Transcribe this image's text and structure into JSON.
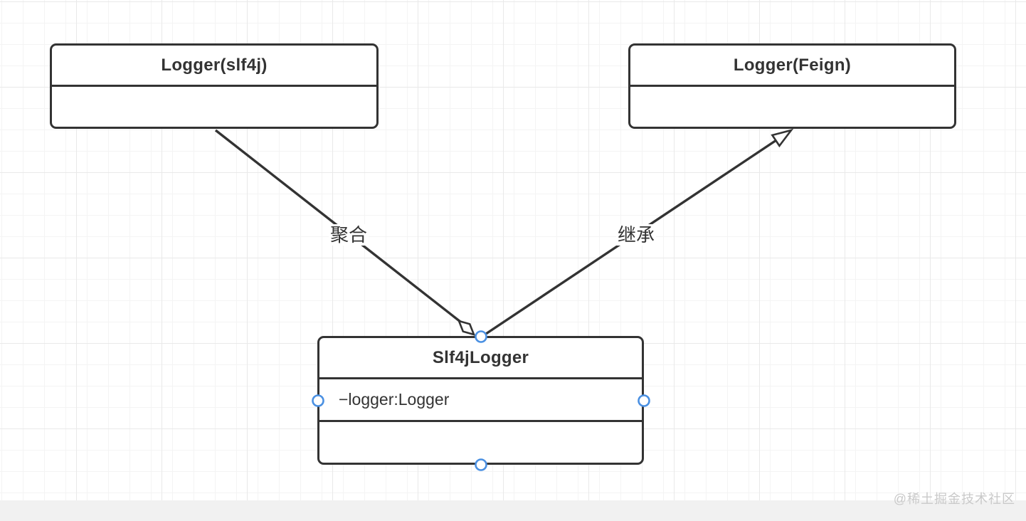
{
  "diagram": {
    "classes": [
      {
        "id": "logger-slf4j",
        "title": "Logger(slf4j)",
        "attributes": []
      },
      {
        "id": "logger-feign",
        "title": "Logger(Feign)",
        "attributes": []
      },
      {
        "id": "slf4j-logger",
        "title": "Slf4jLogger",
        "attributes": [
          "−logger:Logger"
        ]
      }
    ],
    "relationships": [
      {
        "type": "aggregation",
        "label": "聚合",
        "from": "Logger(slf4j)",
        "to": "Slf4jLogger"
      },
      {
        "type": "inheritance",
        "label": "继承",
        "from": "Slf4jLogger",
        "to": "Logger(Feign)"
      }
    ]
  },
  "watermark": "@稀土掘金技术社区",
  "colors": {
    "stroke": "#333333",
    "box_fill": "#ffffff",
    "handle_stroke": "#4a90e2",
    "grid_line": "#e9e9e9",
    "canvas_bg": "#ffffff",
    "outer_bg": "#f1f1f1",
    "watermark_text": "#c9c9c9"
  }
}
